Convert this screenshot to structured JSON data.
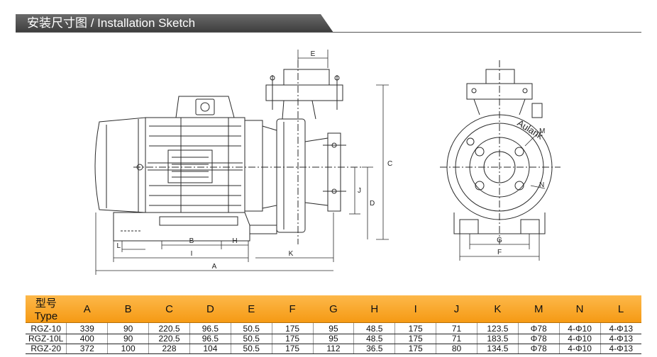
{
  "header": {
    "title": "安装尺寸图 / Installation Sketch"
  },
  "drawing": {
    "dimension_labels": {
      "E": "E",
      "C": "C",
      "J": "J",
      "D": "D",
      "B": "B",
      "H": "H",
      "I": "I",
      "K": "K",
      "A": "A",
      "L": "L",
      "M": "M",
      "N": "N",
      "G": "G",
      "F": "F"
    },
    "brand_mark": "Aulank",
    "colors": {
      "line": "#2a2a2a",
      "header_gray": "#4a4a4a",
      "table_orange": "#f7a528"
    }
  },
  "spec_table": {
    "headers": [
      "型号Type",
      "A",
      "B",
      "C",
      "D",
      "E",
      "F",
      "G",
      "H",
      "I",
      "J",
      "K",
      "M",
      "N",
      "L"
    ],
    "rows": [
      [
        "RGZ-10",
        "339",
        "90",
        "220.5",
        "96.5",
        "50.5",
        "175",
        "95",
        "48.5",
        "175",
        "71",
        "123.5",
        "Φ78",
        "4-Φ10",
        "4-Φ13"
      ],
      [
        "RGZ-10L",
        "400",
        "90",
        "220.5",
        "96.5",
        "50.5",
        "175",
        "95",
        "48.5",
        "175",
        "71",
        "183.5",
        "Φ78",
        "4-Φ10",
        "4-Φ13"
      ],
      [
        "RGZ-20",
        "372",
        "100",
        "228",
        "104",
        "50.5",
        "175",
        "112",
        "36.5",
        "175",
        "80",
        "134.5",
        "Φ78",
        "4-Φ10",
        "4-Φ13"
      ]
    ]
  }
}
